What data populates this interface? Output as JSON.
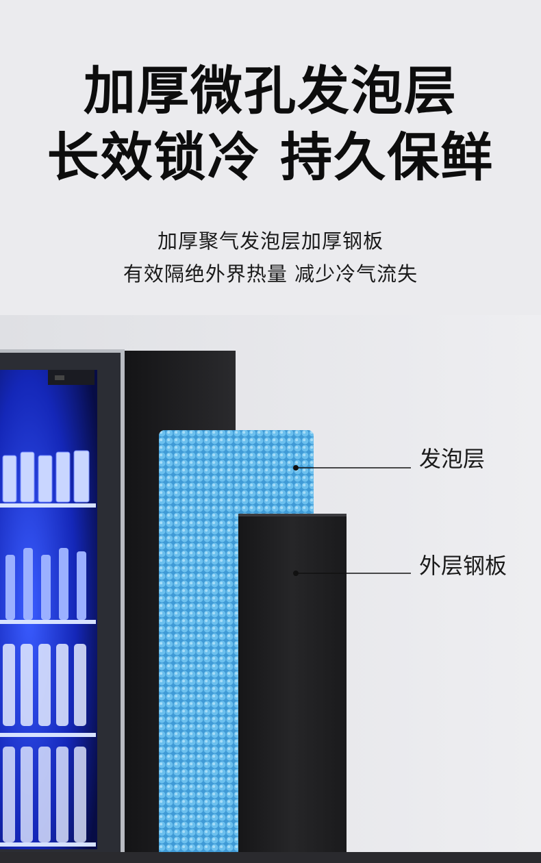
{
  "headline": {
    "line1": "加厚微孔发泡层",
    "line2": "长效锁冷  持久保鲜"
  },
  "subtitle": {
    "line1": "加厚聚气发泡层加厚钢板",
    "line2": "有效隔绝外界热量  减少冷气流失"
  },
  "callouts": {
    "foam_label": "发泡层",
    "steel_label": "外层钢板"
  },
  "colors": {
    "background": "#ebebee",
    "foam": "#5db3e6",
    "steel": "#1e1e20",
    "cabinet_glow": "#1e3cff"
  }
}
